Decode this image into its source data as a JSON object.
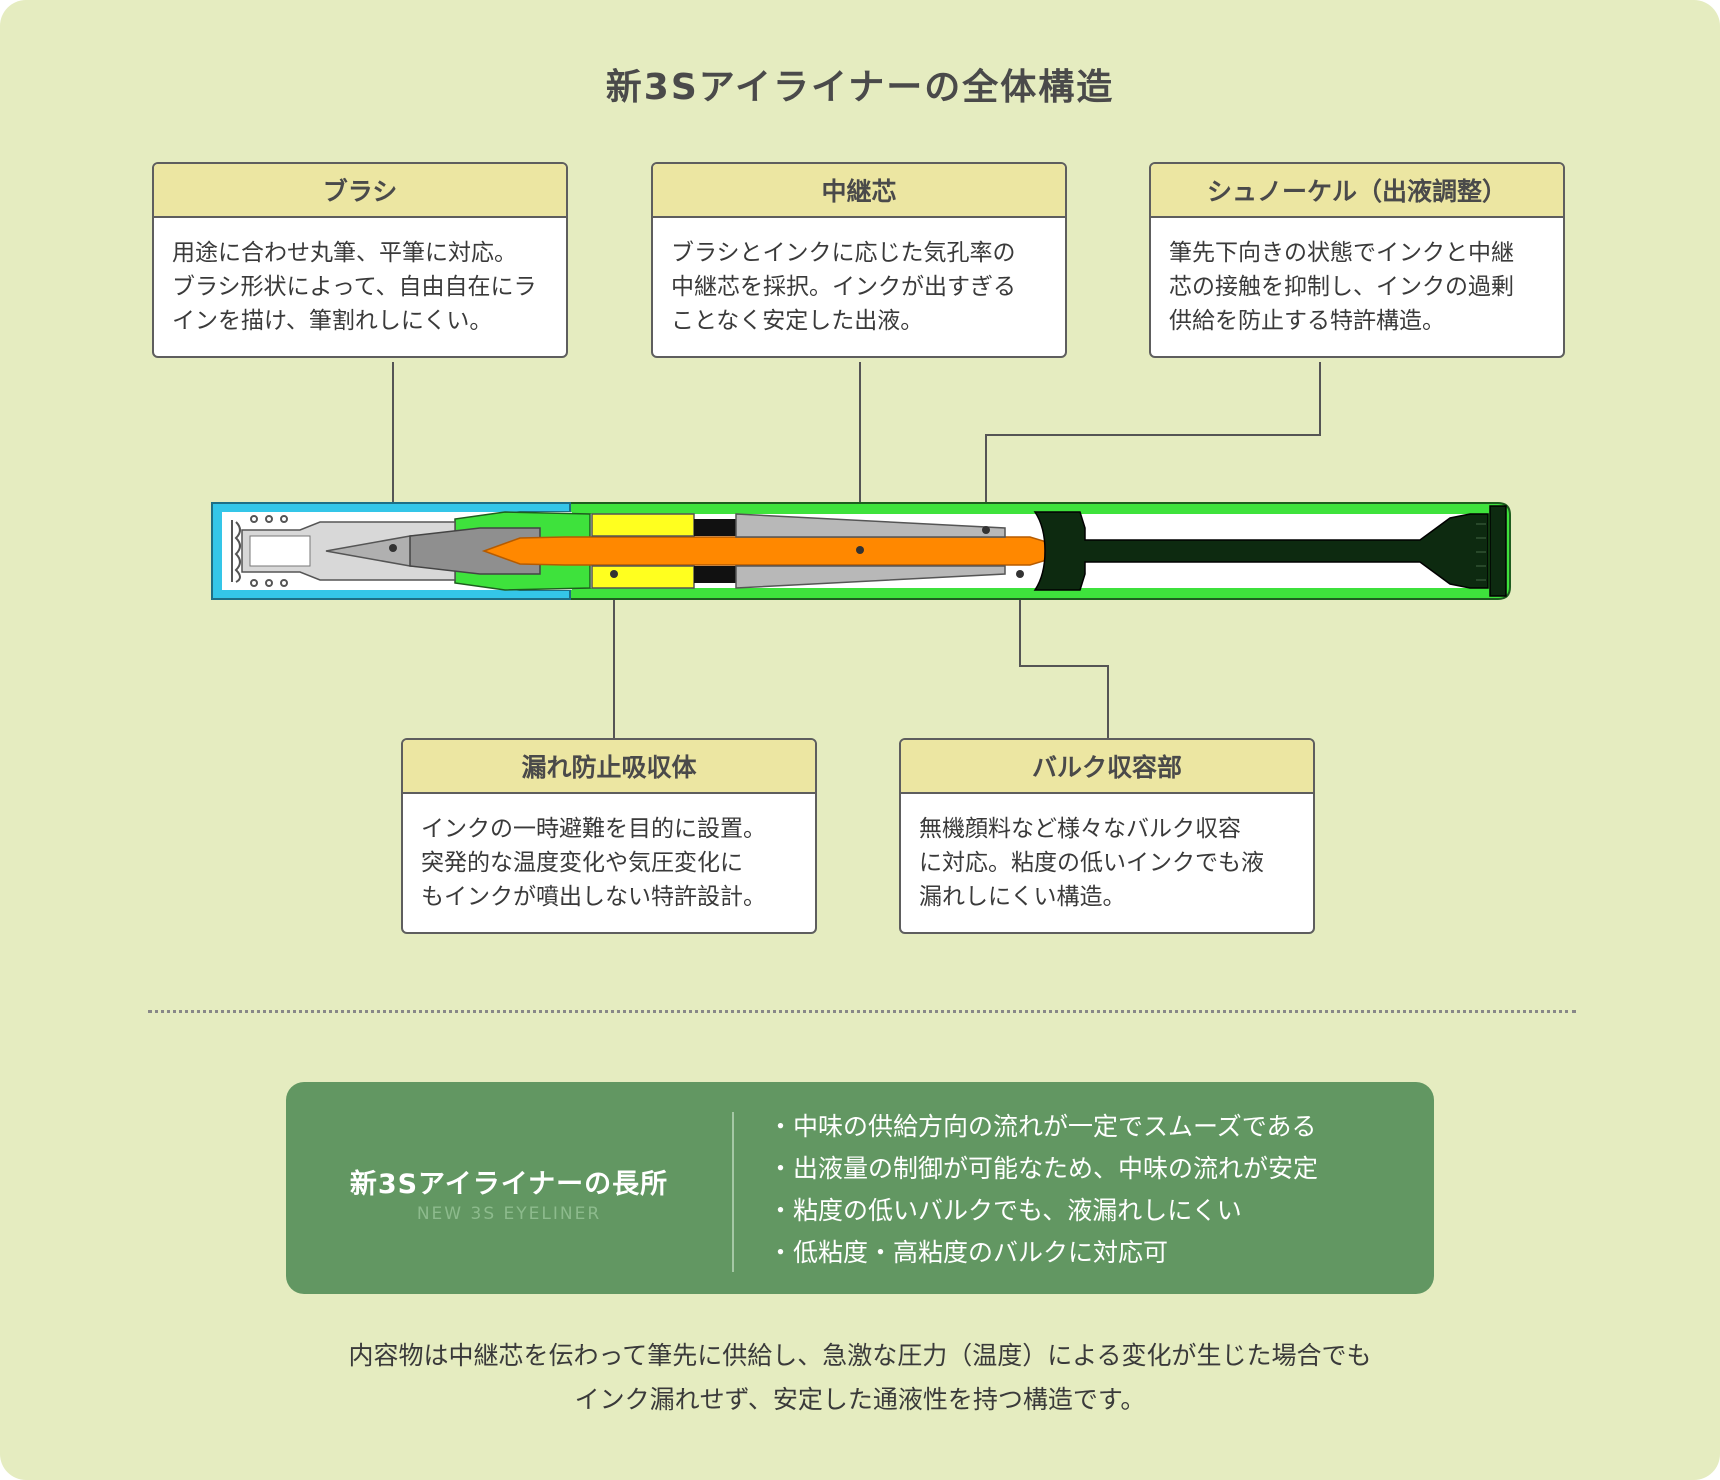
{
  "title": "新3Sアイライナーの全体構造",
  "callouts": {
    "brush": {
      "title": "ブラシ",
      "lines": [
        "用途に合わせ丸筆、平筆に対応。",
        "ブラシ形状によって、自由自在にラ",
        "インを描け、筆割れしにくい。"
      ]
    },
    "relay": {
      "title": "中継芯",
      "lines": [
        "ブラシとインクに応じた気孔率の",
        "中継芯を採択。インクが出すぎる",
        "ことなく安定した出液。"
      ]
    },
    "snorkel": {
      "title": "シュノーケル（出液調整）",
      "lines": [
        "筆先下向きの状態でインクと中継",
        "芯の接触を抑制し、インクの過剰",
        "供給を防止する特許構造。"
      ]
    },
    "absorber": {
      "title": "漏れ防止吸収体",
      "lines": [
        "インクの一時避難を目的に設置。",
        "突発的な温度変化や気圧変化に",
        "もインクが噴出しない特許設計。"
      ]
    },
    "bulk": {
      "title": "バルク収容部",
      "lines": [
        "無機顔料など様々なバルク収容",
        "に対応。粘度の低いインクでも液",
        "漏れしにくい構造。"
      ]
    }
  },
  "merits": {
    "title": "新3Sアイライナーの長所",
    "subtitle": "NEW 3S EYELINER",
    "items": [
      "・中味の供給方向の流れが一定でスムーズである",
      "・出液量の制御が可能なため、中味の流れが安定",
      "・粘度の低いバルクでも、液漏れしにくい",
      "・低粘度・高粘度のバルクに対応可"
    ]
  },
  "footnote": {
    "lines": [
      "内容物は中継芯を伝わって筆先に供給し、急激な圧力（温度）による変化が生じた場合でも",
      "インク漏れせず、安定した通液性を持つ構造です。"
    ]
  },
  "colors": {
    "background": "#e5ecc0",
    "callout_header": "#ece6a2",
    "merits_panel": "#629762",
    "cap": "#34c6e8",
    "barrel": "#3ee23c",
    "relay_core": "#ff8800",
    "absorber": "#ffff1f",
    "bulk_piston": "#0d2a10"
  }
}
